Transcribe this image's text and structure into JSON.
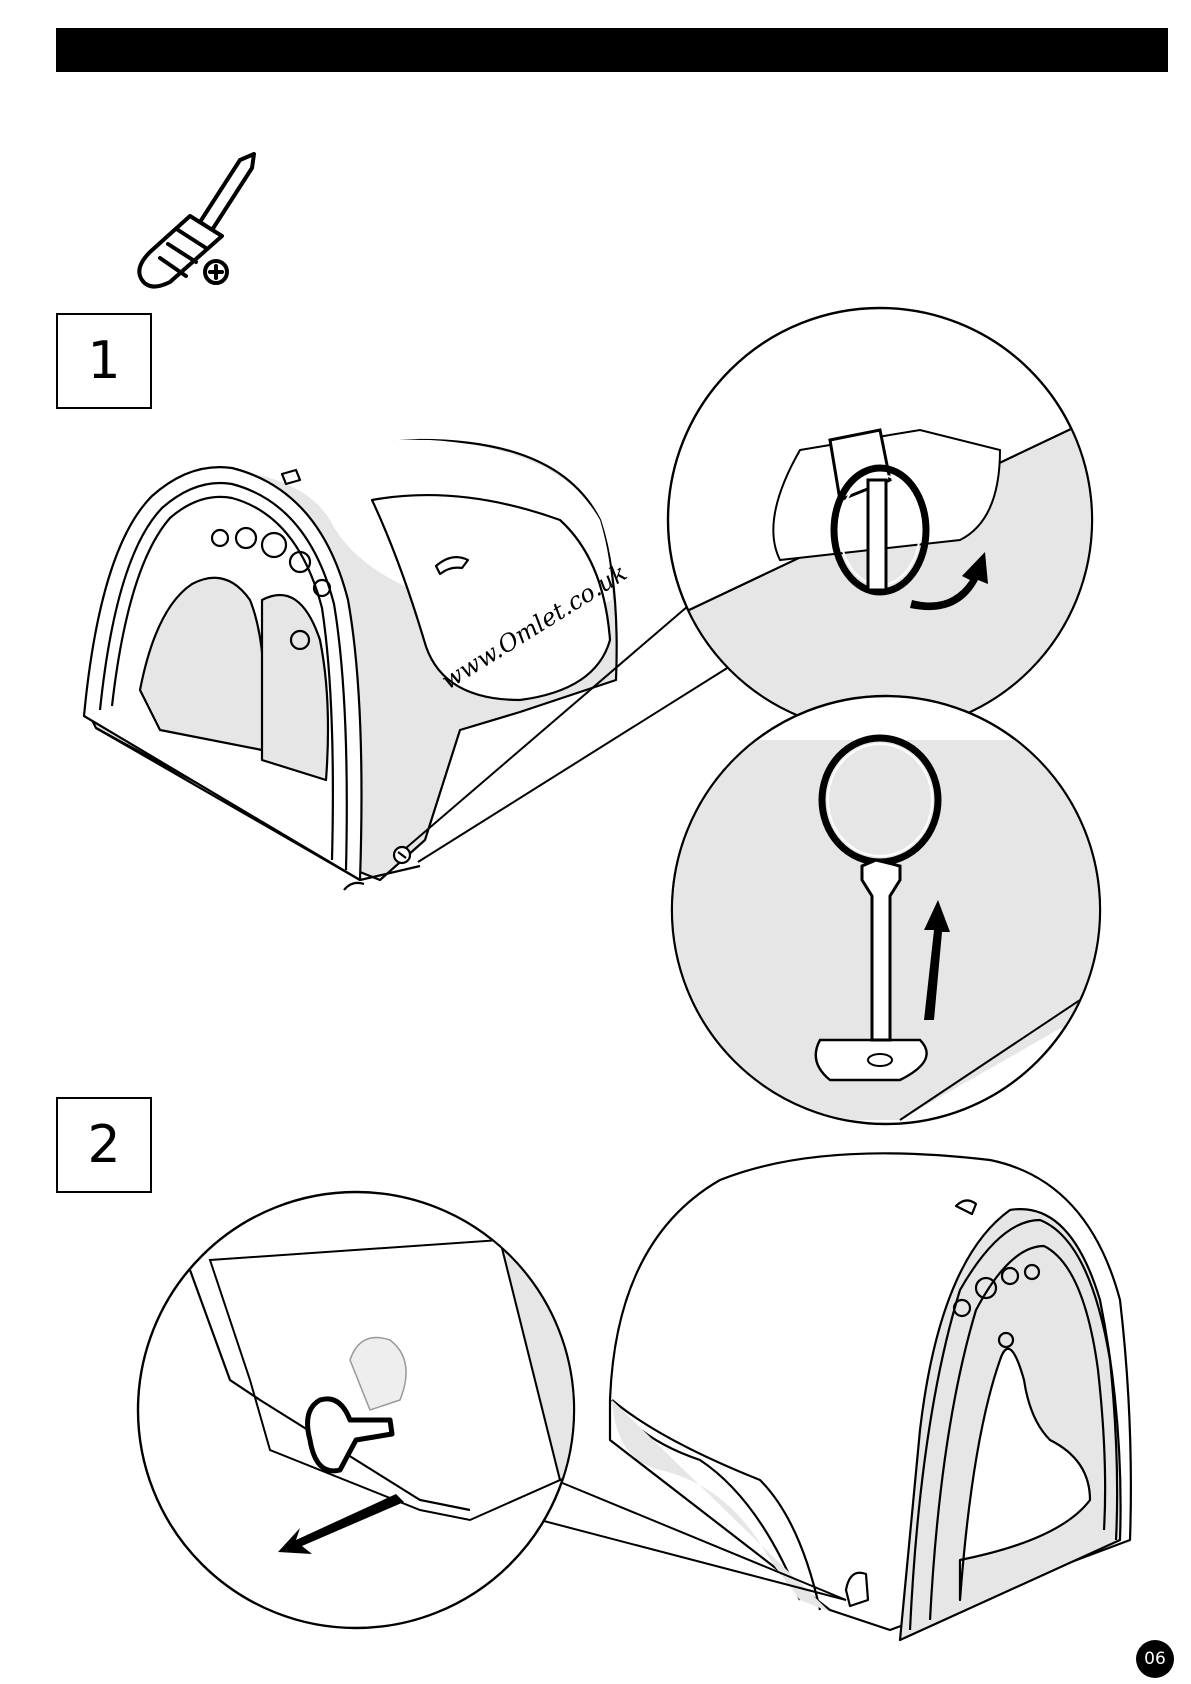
{
  "page": {
    "step_labels": [
      "1",
      "2"
    ],
    "page_number": "06",
    "tool_icon": "phillips-screwdriver-icon",
    "product_watermark": "www.Omlet.co.uk",
    "colors": {
      "ink": "#000000",
      "shade": "#e6e6e6",
      "paper": "#ffffff"
    }
  }
}
